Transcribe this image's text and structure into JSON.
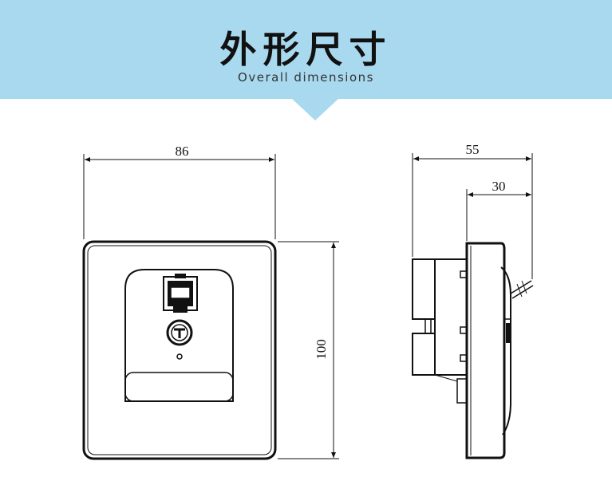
{
  "header": {
    "title_cn": "外形尺寸",
    "title_en": "Overall dimensions"
  },
  "dimensions": {
    "front_width": "86",
    "front_height": "100",
    "side_depth_total": "55",
    "side_depth_rear": "30"
  },
  "colors": {
    "banner": "#a9d9ef",
    "line": "#111111"
  }
}
